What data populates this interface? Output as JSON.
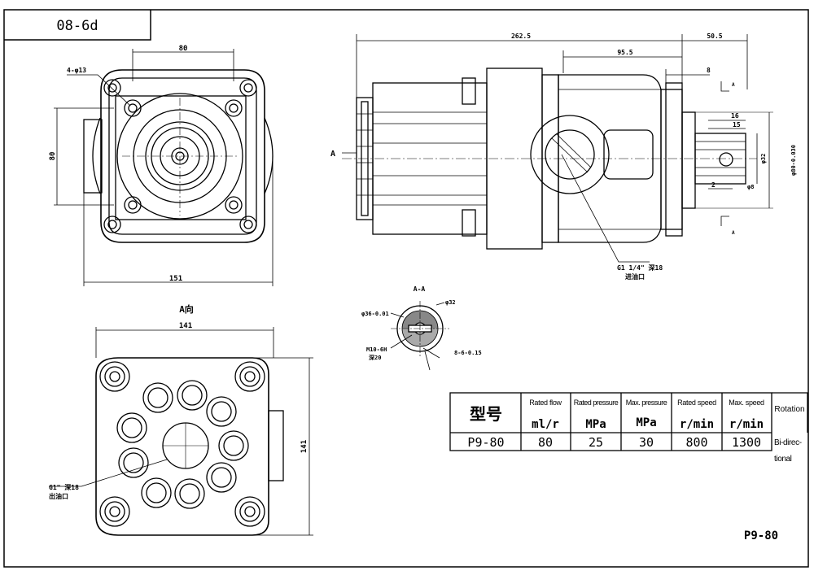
{
  "drawing_code": "08-6d",
  "dimensions": {
    "width_80": "80",
    "height_80": "80",
    "bolt_holes": "4-φ13",
    "width_151": "151",
    "side_title": "A向",
    "width_141": "141",
    "height_141": "141",
    "length_262_5": "262.5",
    "shaft_50_5": "50.5",
    "len_95_5": "95.5",
    "gap_8": "8",
    "d16": "16",
    "d15": "15",
    "phi32": "φ32",
    "phi80": "φ80-0.030",
    "two": "2",
    "phi8": "φ8",
    "section_mark_left": "A",
    "section_mark_top": "A",
    "section_mark_bottom": "A",
    "section_aa": "A-A",
    "phi36": "φ36-0.01",
    "phi32b": "φ32",
    "m10": "M10-6H",
    "m10_depth": "深20",
    "key": "8-6-0.15",
    "port_in_size": "G1 1/4\" 深18",
    "port_in_label": "进油口",
    "port_out_size": "G1\" 深18",
    "port_out_label": "出油口"
  },
  "spec_table": {
    "model_label": "型号",
    "headers": [
      "Rated flow",
      "Rated pressure",
      "Max. pressure",
      "Rated speed",
      "Max. speed",
      "Rotation"
    ],
    "units": [
      "ml/r",
      "MPa",
      "MPa",
      "r/min",
      "r/min"
    ],
    "model": "P9-80",
    "values": [
      "80",
      "25",
      "30",
      "800",
      "1300"
    ],
    "rotation_line1": "Bi-direc-",
    "rotation_line2": "tional"
  },
  "footer_model": "P9-80"
}
